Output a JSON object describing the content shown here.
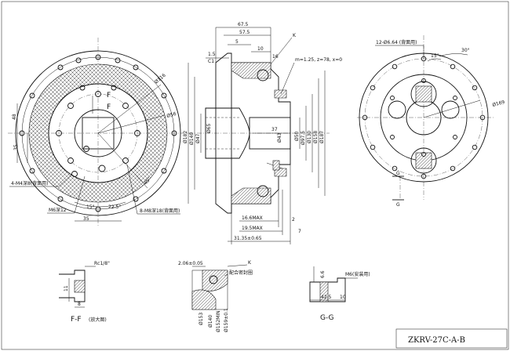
{
  "title_box": {
    "text": "ZKRV-27C-A-B"
  },
  "front_view": {
    "dims": {
      "pcd_small": "Ø116",
      "bore": "Ø56",
      "vertical_48": "48",
      "vertical_35": "35",
      "bottom_35": "35",
      "angle_15": "15°",
      "angle_225": "22.5°",
      "angle_45": "45°"
    },
    "labels": {
      "m4": "4-M4深8(背面用)",
      "m6": "M6深12",
      "m8": "8-M8深18(背面用)",
      "section_f1": "F",
      "section_f2": "F"
    }
  },
  "side_view": {
    "dims": {
      "d675": "67.5",
      "d575": "57.5",
      "d5": "5",
      "d10": "10",
      "d15": "1.5",
      "c1": "C1",
      "d16": "16",
      "k": "K",
      "gear": "m=1.25, z=78, x=0",
      "d37": "37",
      "d43": "Ø43",
      "dia182": "Ø182",
      "dia140": "Ø140",
      "dia47": "Ø47",
      "dia65": "Ø65",
      "dia50": "Ø50",
      "dia975": "Ø97.5",
      "dia130": "Ø130",
      "dia158": "Ø158",
      "dia187": "Ø187",
      "d166max": "16.6MAX",
      "d195max": "19.5MAX",
      "d3135": "31.35±0.65",
      "d2": "2",
      "d7": "7"
    }
  },
  "rear_view": {
    "dims": {
      "holes": "12-Ø6.64 (背面用)",
      "angle_30": "30°",
      "angle_15": "15°",
      "dia169": "Ø169",
      "g1": "G",
      "g2": "G"
    }
  },
  "detail_ff": {
    "caption": "F-F",
    "caption_suffix": "(放大图)",
    "thread": "Rc1/8\"",
    "d11": "11",
    "d8": "8"
  },
  "detail_k": {
    "dim_206": "2.06±0.05",
    "k": "K",
    "note": "配合密封圈",
    "d153": "Ø153",
    "d140": "Ø140",
    "d152": "Ø152MIN",
    "d1591": "Ø159±0.1"
  },
  "detail_gg": {
    "caption": "G-G",
    "m6": "M6(安装用)",
    "d66": "6.6",
    "d425": "42.5",
    "d10": "10"
  }
}
